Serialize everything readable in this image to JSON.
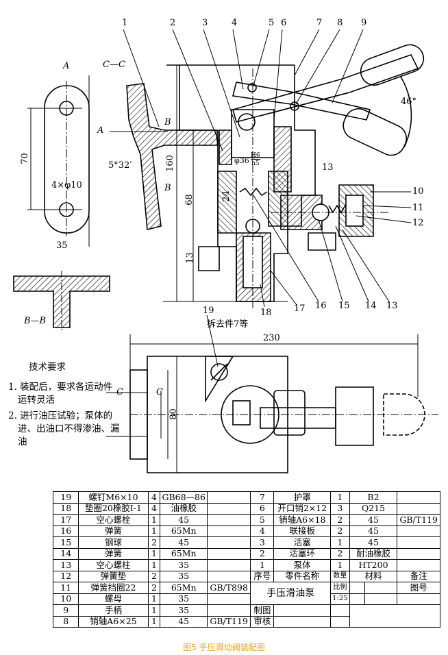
{
  "caption": "图5 手压滑动阀装配图",
  "colors": {
    "caption": "#e8a21c",
    "line": "#000000"
  },
  "balloons": [
    "1",
    "2",
    "3",
    "4",
    "5",
    "6",
    "7",
    "8",
    "9",
    "10",
    "11",
    "12",
    "13",
    "14",
    "15",
    "16",
    "17",
    "18",
    "19"
  ],
  "views": {
    "section_cc": "C—C",
    "view_a": "A",
    "arrow_a": "A",
    "section_bb": "B—B",
    "b_mark_top": "B",
    "b_mark_bottom": "B",
    "c_mark_left": "C",
    "c_mark_right": "C",
    "removed_note": "拆去件7等"
  },
  "dimensions": {
    "d70": "70",
    "holes": "4×φ10",
    "d35": "35",
    "angle": "5°32′",
    "d160": "160",
    "d68": "68",
    "d24": "24",
    "d13_left": "13",
    "d13_top": "13",
    "angle46": "46°",
    "fit_dia": "φ36",
    "fit_num": "H6",
    "fit_den": "h5",
    "d230": "230",
    "d80": "80"
  },
  "tech_requirements": {
    "title": "技术要求",
    "items": [
      "1. 装配后，要求各运动件运转灵活",
      "2. 进行油压试验；泵体的进、出油口不得渗油、漏油"
    ]
  },
  "bom": {
    "left_rows": [
      {
        "no": "19",
        "name": "螺钉M6×10",
        "qty": "4",
        "material": "GB68—86",
        "remark": ""
      },
      {
        "no": "18",
        "name": "垫圈20橡胶I-1",
        "qty": "4",
        "material": "油橡胶",
        "remark": ""
      },
      {
        "no": "17",
        "name": "空心螺栓",
        "qty": "1",
        "material": "45",
        "remark": ""
      },
      {
        "no": "16",
        "name": "弹簧",
        "qty": "1",
        "material": "65Mn",
        "remark": ""
      },
      {
        "no": "15",
        "name": "钢球",
        "qty": "2",
        "material": "45",
        "remark": ""
      },
      {
        "no": "14",
        "name": "弹簧",
        "qty": "1",
        "material": "65Mn",
        "remark": ""
      },
      {
        "no": "13",
        "name": "空心螺柱",
        "qty": "1",
        "material": "35",
        "remark": ""
      },
      {
        "no": "12",
        "name": "弹簧垫",
        "qty": "2",
        "material": "35",
        "remark": ""
      },
      {
        "no": "11",
        "name": "弹簧挡圈22",
        "qty": "2",
        "material": "65Mn",
        "remark": "GB/T898"
      },
      {
        "no": "10",
        "name": "螺母",
        "qty": "1",
        "material": "35",
        "remark": ""
      },
      {
        "no": "9",
        "name": "手柄",
        "qty": "1",
        "material": "35",
        "remark": ""
      },
      {
        "no": "8",
        "name": "销轴A6×25",
        "qty": "1",
        "material": "45",
        "remark": "GB/T119"
      }
    ],
    "right_rows": [
      {
        "no": "7",
        "name": "护罩",
        "qty": "1",
        "material": "B2",
        "remark": ""
      },
      {
        "no": "6",
        "name": "开口销2×12",
        "qty": "3",
        "material": "Q215",
        "remark": ""
      },
      {
        "no": "5",
        "name": "销轴A6×18",
        "qty": "2",
        "material": "45",
        "remark": "GB/T119"
      },
      {
        "no": "4",
        "name": "联接板",
        "qty": "2",
        "material": "45",
        "remark": ""
      },
      {
        "no": "3",
        "name": "活塞",
        "qty": "1",
        "material": "45",
        "remark": ""
      },
      {
        "no": "2",
        "name": "活塞环",
        "qty": "2",
        "material": "耐油橡胶",
        "remark": ""
      },
      {
        "no": "1",
        "name": "泵体",
        "qty": "1",
        "material": "HT200",
        "remark": ""
      }
    ],
    "header": {
      "no": "序号",
      "name": "零件名称",
      "qty": "数量",
      "material": "材料",
      "remark": "备注"
    },
    "title_block": {
      "product": "手压滑油泵",
      "scale_label": "比例",
      "scale": "1:25",
      "drawing_no_label": "图号",
      "drawn_label": "制图",
      "checked_label": "审核"
    }
  }
}
